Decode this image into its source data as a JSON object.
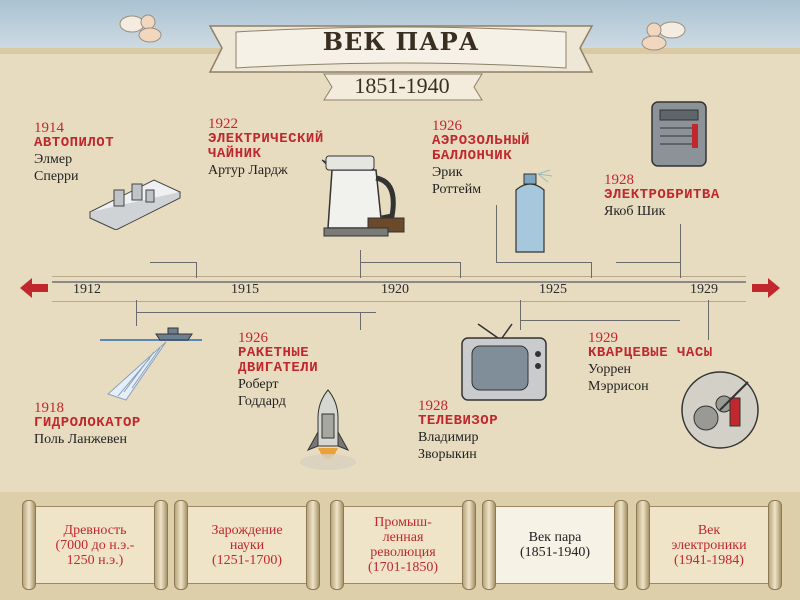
{
  "header": {
    "title": "ВЕК ПАРА",
    "years": "1851-1940"
  },
  "events": [
    {
      "year": "1914",
      "title": "АВТОПИЛОТ",
      "person": "Элмер\nСперри",
      "icon": "autopilot-icon"
    },
    {
      "year": "1922",
      "title": "ЭЛЕКТРИЧЕСКИЙ\nЧАЙНИК",
      "person": "Артур Лардж",
      "icon": "kettle-icon"
    },
    {
      "year": "1926",
      "title": "АЭРОЗОЛЬНЫЙ\nБАЛЛОНЧИК",
      "person": "Эрик\nРоттейм",
      "icon": "aerosol-can-icon"
    },
    {
      "year": "1928",
      "title": "ЭЛЕКТРОБРИТВА",
      "person": "Якоб Шик",
      "icon": "electric-razor-icon"
    },
    {
      "year": "1918",
      "title": "ГИДРОЛОКАТОР",
      "person": "Поль Ланжевен",
      "icon": "sonar-ship-icon"
    },
    {
      "year": "1926",
      "title": "РАКЕТНЫЕ\nДВИГАТЕЛИ",
      "person": "Роберт\nГоддард",
      "icon": "rocket-icon"
    },
    {
      "year": "1928",
      "title": "ТЕЛЕВИЗОР",
      "person": "Владимир\nЗворыкин",
      "icon": "television-icon"
    },
    {
      "year": "1929",
      "title": "КВАРЦЕВЫЕ ЧАСЫ",
      "person": "Уоррен\nМэррисон",
      "icon": "quartz-clock-icon"
    }
  ],
  "timeline": {
    "ticks": [
      "1912",
      "1915",
      "1920",
      "1925",
      "1929"
    ],
    "arrow_color": "#c0282d"
  },
  "eras": [
    {
      "label": "Древность\n(7000 до н.э.-\n1250 н.э.)",
      "active": false
    },
    {
      "label": "Зарождение\nнауки\n(1251-1700)",
      "active": false
    },
    {
      "label": "Промыш-\nленная\nреволюция\n(1701-1850)",
      "active": false
    },
    {
      "label": "Век пара\n(1851-1940)",
      "active": true
    },
    {
      "label": "Век\nэлектроники\n(1941-1984)",
      "active": false
    }
  ],
  "colors": {
    "accent_red": "#c0282d",
    "parchment": "#e7dcc0",
    "text": "#222222"
  }
}
